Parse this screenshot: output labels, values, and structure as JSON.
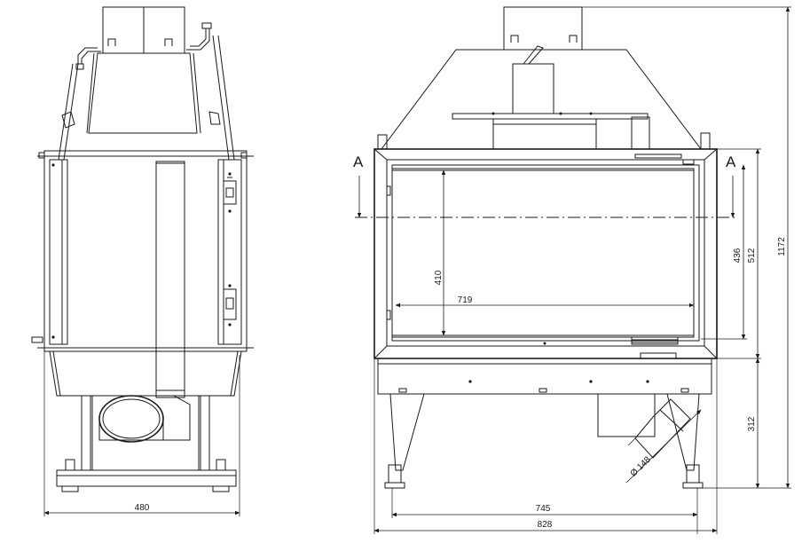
{
  "dimensions": {
    "side_width": "480",
    "front_inner_width": "745",
    "front_outer_width": "828",
    "total_height": "1172",
    "door_height": "512",
    "glass_height_side": "436",
    "base_height": "312",
    "glass_height": "410",
    "glass_width": "719",
    "flue_diameter": "Ø 148"
  },
  "section": {
    "marker_left": "A",
    "marker_right": "A"
  }
}
